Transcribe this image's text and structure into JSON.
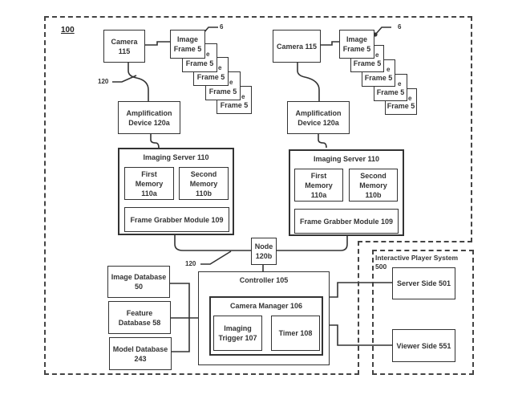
{
  "figure_label": "100",
  "left_branch": {
    "camera": "Camera 115",
    "frames": [
      "Image\nFrame 5",
      "Frame 5",
      "Frame 5",
      "Frame 5",
      "Frame 5"
    ],
    "frame_marker": "e",
    "pointer_ref": "6",
    "cable_ref": "120",
    "amplifier": "Amplification\nDevice 120a",
    "server_title": "Imaging Server 110",
    "memory1": "First\nMemory\n110a",
    "memory2": "Second\nMemory\n110b",
    "grabber": "Frame Grabber Module 109"
  },
  "right_branch": {
    "camera": "Camera 115",
    "frames": [
      "Image\nFrame 5",
      "Frame 5",
      "Frame 5",
      "Frame 5",
      "Frame 5"
    ],
    "frame_marker": "e",
    "pointer_ref": "6",
    "amplifier": "Amplification\nDevice 120a",
    "server_title": "Imaging Server 110",
    "memory1": "First\nMemory\n110a",
    "memory2": "Second\nMemory\n110b",
    "grabber": "Frame Grabber Module 109"
  },
  "node": "Node\n120b",
  "node_ref": "120",
  "databases": [
    "Image Database\n50",
    "Feature\nDatabase 58",
    "Model Database\n243"
  ],
  "controller": {
    "title": "Controller 105",
    "camera_manager": "Camera Manager 106",
    "trigger": "Imaging\nTrigger 107",
    "timer": "Timer 108"
  },
  "player_system": {
    "title": "Interactive Player System\n500",
    "server_side": "Server Side 501",
    "viewer_side": "Viewer Side 551"
  }
}
